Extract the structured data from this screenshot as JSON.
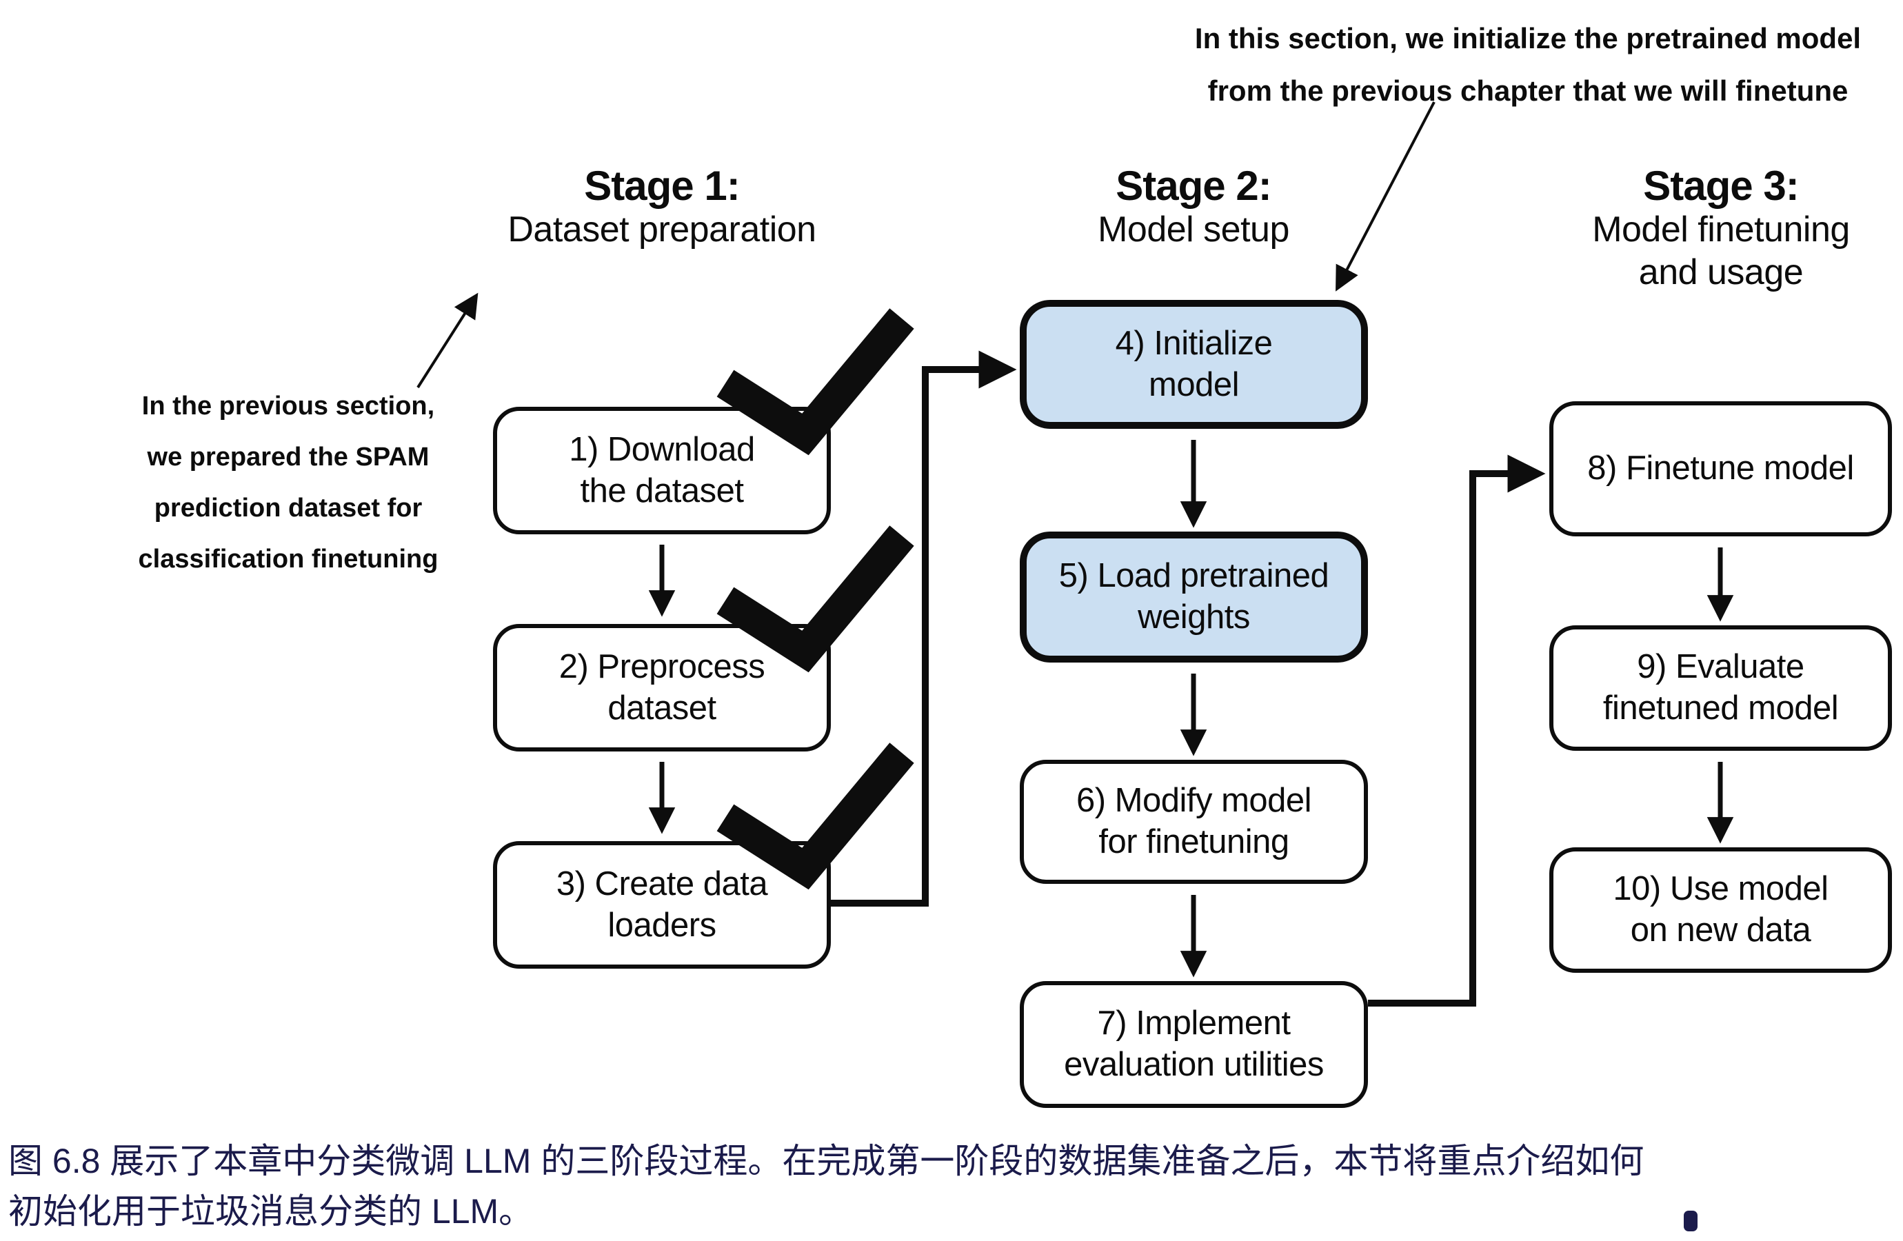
{
  "figure": {
    "annotations": {
      "top": "In this section, we initialize the pretrained model\nfrom the previous chapter that we will finetune",
      "left": "In the previous section,\nwe prepared the SPAM\nprediction dataset for\nclassification finetuning"
    },
    "stages": [
      {
        "title": "Stage 1:",
        "subtitle": "Dataset preparation"
      },
      {
        "title": "Stage 2:",
        "subtitle": "Model setup"
      },
      {
        "title": "Stage 3:",
        "subtitle": "Model finetuning\nand usage"
      }
    ],
    "boxes": [
      {
        "label": "1) Download\nthe dataset",
        "highlighted": false,
        "checked": true
      },
      {
        "label": "2) Preprocess\ndataset",
        "highlighted": false,
        "checked": true
      },
      {
        "label": "3) Create data\nloaders",
        "highlighted": false,
        "checked": true
      },
      {
        "label": "4) Initialize\nmodel",
        "highlighted": true,
        "checked": false
      },
      {
        "label": "5) Load pretrained\nweights",
        "highlighted": true,
        "checked": false
      },
      {
        "label": "6) Modify model\nfor finetuning",
        "highlighted": false,
        "checked": false
      },
      {
        "label": "7) Implement\nevaluation utilities",
        "highlighted": false,
        "checked": false
      },
      {
        "label": "8) Finetune model",
        "highlighted": false,
        "checked": false
      },
      {
        "label": "9) Evaluate\nfinetuned model",
        "highlighted": false,
        "checked": false
      },
      {
        "label": "10) Use model\non new data",
        "highlighted": false,
        "checked": false
      }
    ],
    "colors": {
      "highlight_fill": "#cbdff2",
      "box_fill": "#ffffff",
      "line": "#0d0d0d",
      "caption_text": "#1b1b4b"
    }
  },
  "caption": {
    "text": "图 6.8 展示了本章中分类微调 LLM 的三阶段过程。在完成第一阶段的数据集准备之后，本节将重点介绍如何\n初始化用于垃圾消息分类的 LLM。"
  }
}
